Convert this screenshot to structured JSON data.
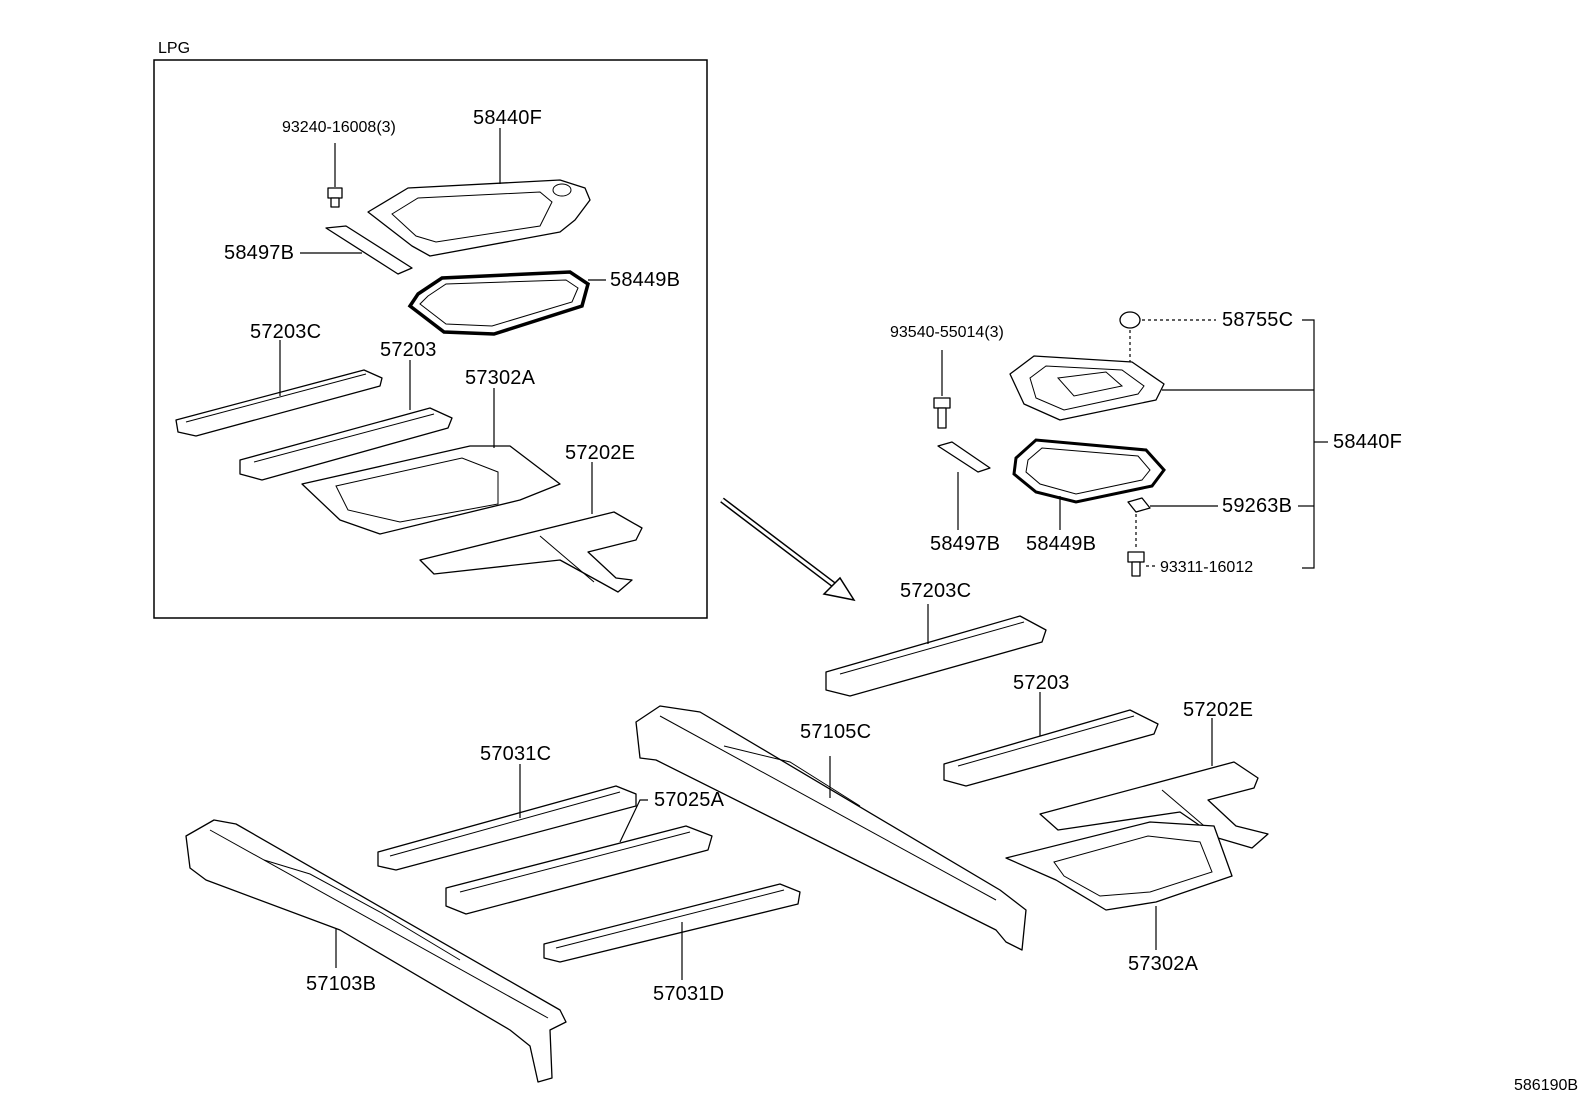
{
  "lpg_box": {
    "title": "LPG",
    "labels": {
      "bolt": "93240-16008(3)",
      "cover": "58440F",
      "bracket": "58497B",
      "seal": "58449B",
      "beam_c": "57203C",
      "beam": "57203",
      "pan": "57302A",
      "member": "57202E"
    }
  },
  "right_group": {
    "labels": {
      "bolt": "93540-55014(3)",
      "cap": "58755C",
      "cover": "58440F",
      "bracket": "58497B",
      "seal": "58449B",
      "clip": "59263B",
      "screw": "93311-16012",
      "beam_c": "57203C",
      "beam": "57203",
      "member": "57202E",
      "pan": "57302A"
    }
  },
  "main_labels": {
    "crossmember_c": "57031C",
    "crossmember_a": "57025A",
    "crossmember_d": "57031D",
    "side_member_c": "57105C",
    "side_member_b": "57103B"
  },
  "figure_code": "586190B"
}
